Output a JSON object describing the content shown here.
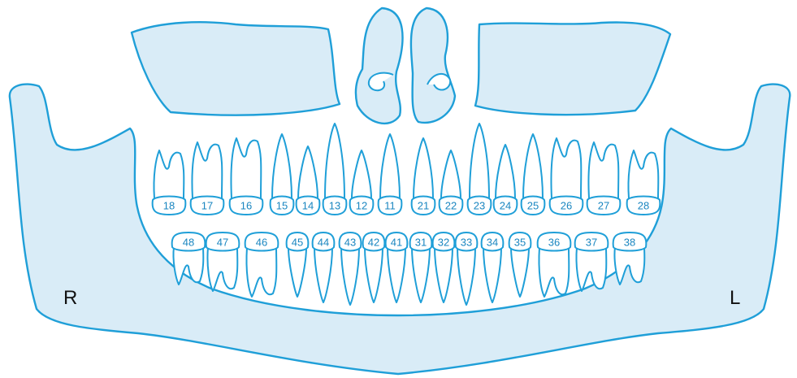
{
  "side_labels": {
    "right": "R",
    "left": "L"
  },
  "colors": {
    "bone_fill": "#d9ecf7",
    "outline": "#1f9fd8",
    "tooth_fill": "#ffffff",
    "number_text": "#1a86c0"
  },
  "upper_teeth": [
    "18",
    "17",
    "16",
    "15",
    "14",
    "13",
    "12",
    "11",
    "21",
    "22",
    "23",
    "24",
    "25",
    "26",
    "27",
    "28"
  ],
  "lower_teeth": [
    "48",
    "47",
    "46",
    "45",
    "44",
    "43",
    "42",
    "41",
    "31",
    "32",
    "33",
    "34",
    "35",
    "36",
    "37",
    "38"
  ]
}
